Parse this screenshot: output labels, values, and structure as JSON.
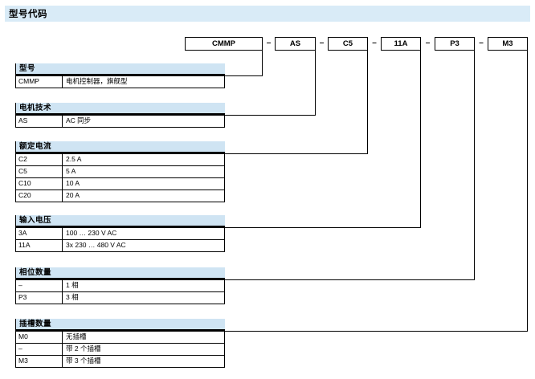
{
  "page": {
    "title": "型号代码"
  },
  "type_code": {
    "separator": "–",
    "segments": [
      "CMMP",
      "AS",
      "C5",
      "11A",
      "P3",
      "M3"
    ]
  },
  "tables": [
    {
      "header": "型号",
      "rows": [
        {
          "code": "CMMP",
          "desc": "电机控制器，旗舰型"
        }
      ]
    },
    {
      "header": "电机技术",
      "rows": [
        {
          "code": "AS",
          "desc": "AC 同步"
        }
      ]
    },
    {
      "header": "额定电流",
      "rows": [
        {
          "code": "C2",
          "desc": "2.5 A"
        },
        {
          "code": "C5",
          "desc": "5 A"
        },
        {
          "code": "C10",
          "desc": "10 A"
        },
        {
          "code": "C20",
          "desc": "20 A"
        }
      ]
    },
    {
      "header": "输入电压",
      "rows": [
        {
          "code": "3A",
          "desc": "100 … 230 V AC"
        },
        {
          "code": "11A",
          "desc": "3x 230 … 480 V AC"
        }
      ]
    },
    {
      "header": "相位数量",
      "rows": [
        {
          "code": "–",
          "desc": "1 相"
        },
        {
          "code": "P3",
          "desc": "3 相"
        }
      ]
    },
    {
      "header": "插槽数量",
      "rows": [
        {
          "code": "M0",
          "desc": "无插槽"
        },
        {
          "code": "–",
          "desc": "带 2 个插槽"
        },
        {
          "code": "M3",
          "desc": "带 3 个插槽"
        }
      ]
    }
  ],
  "colors": {
    "section_bar_blue": "#d9ebf7",
    "table_header_blue": "#cfe4f3",
    "line_black": "#000000"
  }
}
